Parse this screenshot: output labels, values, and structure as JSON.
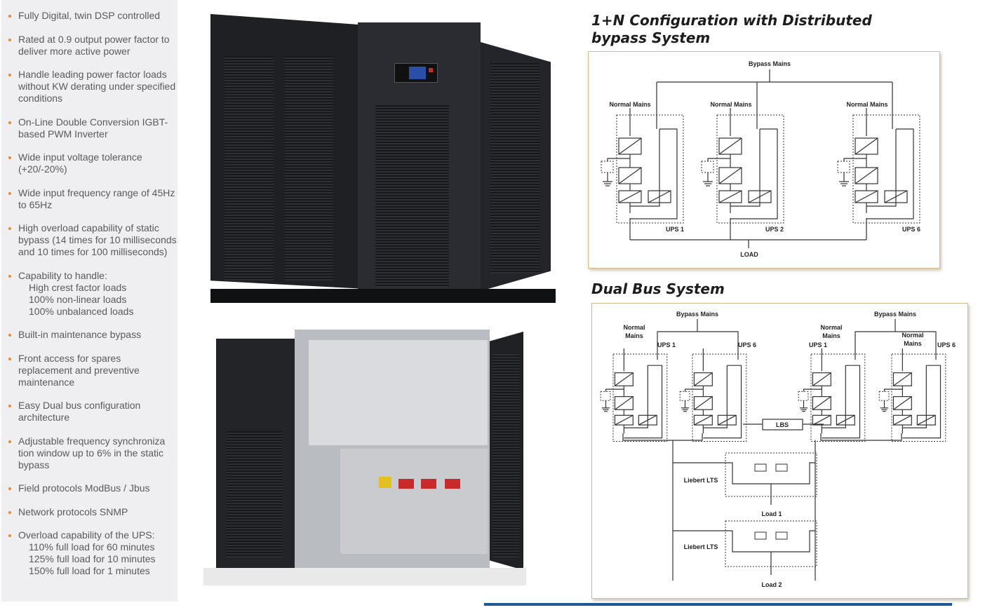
{
  "features": [
    {
      "text": "Fully Digital, twin DSP controlled",
      "sub": []
    },
    {
      "text": "Rated at 0.9 output power factor to deliver more active power",
      "sub": []
    },
    {
      "text": "Handle leading power factor loads without KW derating under specified conditions",
      "sub": []
    },
    {
      "text": "On-Line Double Conversion IGBT-based PWM Inverter",
      "sub": []
    },
    {
      "text": "Wide input voltage tolerance (+20/-20%)",
      "sub": []
    },
    {
      "text": "Wide input frequency range of 45Hz to 65Hz",
      "sub": []
    },
    {
      "text": "High overload capability of static bypass (14 times for 10 milliseconds and 10 times for 100 milliseconds)",
      "sub": []
    },
    {
      "text": "Capability to handle:",
      "sub": [
        "High crest factor loads",
        "100% non-linear loads",
        "100% unbalanced loads"
      ]
    },
    {
      "text": "Built-in maintenance bypass",
      "sub": []
    },
    {
      "text": "Front access for spares replacement and preventive maintenance",
      "sub": []
    },
    {
      "text": "Easy Dual bus configuration architecture",
      "sub": []
    },
    {
      "text": "Adjustable frequency synchroniza tion window up to 6% in the static bypass",
      "sub": []
    },
    {
      "text": "Field protocols ModBus / Jbus",
      "sub": []
    },
    {
      "text": "Network protocols SNMP",
      "sub": []
    },
    {
      "text": "Overload capability of the UPS:",
      "sub": [
        "110% full load for 60 minutes",
        "125% full load for 10 minutes",
        "150% full load for 1 minutes"
      ]
    }
  ],
  "diagram1": {
    "title": "1+N Configuration with Distributed bypass System",
    "bypass": "Bypass Mains",
    "normal": "Normal Mains",
    "ups": [
      "UPS 1",
      "UPS 2",
      "UPS 6"
    ],
    "load": "LOAD"
  },
  "diagram2": {
    "title": "Dual Bus System",
    "bypass": "Bypass Mains",
    "normal1": "Normal",
    "normal2": "Mains",
    "ups": [
      "UPS 1",
      "UPS 6",
      "UPS 1",
      "UPS 6"
    ],
    "lbs": "LBS",
    "lts": "Liebert LTS",
    "load1": "Load 1",
    "load2": "Load 2"
  },
  "colors": {
    "bullet": "#e8893a",
    "rule": "#1e5a96",
    "panel": "#efeff1"
  }
}
